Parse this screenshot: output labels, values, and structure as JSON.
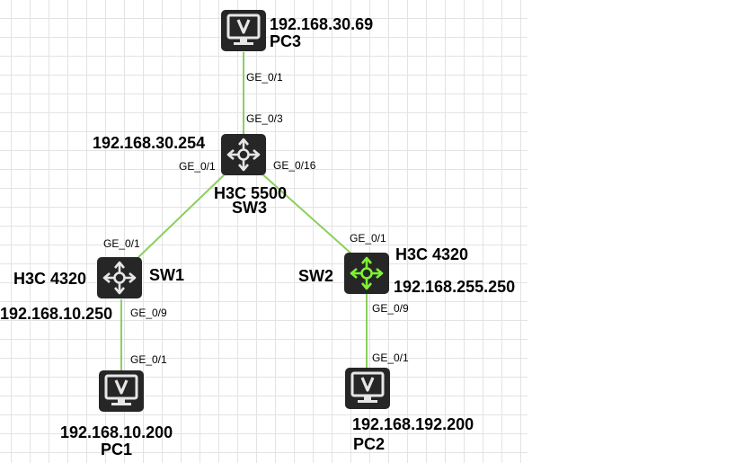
{
  "colors": {
    "link": "#8bcf5e",
    "device_body": "#262626",
    "icon_default": "#e6e6e6",
    "icon_active": "#7df233"
  },
  "devices": {
    "pc3": {
      "name": "PC3",
      "ip": "192.168.30.69",
      "icon": "monitor-icon"
    },
    "sw3": {
      "name": "SW3",
      "model": "H3C 5500",
      "ip": "192.168.30.254",
      "icon": "switch-arrows-icon"
    },
    "sw1": {
      "name": "SW1",
      "model": "H3C 4320",
      "ip": "192.168.10.250",
      "icon": "switch-arrows-icon"
    },
    "sw2": {
      "name": "SW2",
      "model": "H3C 4320",
      "ip": "192.168.255.250",
      "icon": "switch-arrows-icon"
    },
    "pc1": {
      "name": "PC1",
      "ip": "192.168.10.200",
      "icon": "monitor-icon"
    },
    "pc2": {
      "name": "PC2",
      "ip": "192.168.192.200",
      "icon": "monitor-icon"
    }
  },
  "links": [
    {
      "from": "PC3",
      "to": "SW3",
      "from_port": "GE_0/1",
      "to_port": "GE_0/3"
    },
    {
      "from": "SW3",
      "to": "SW1",
      "from_port": "GE_0/1",
      "to_port": "GE_0/1"
    },
    {
      "from": "SW3",
      "to": "SW2",
      "from_port": "GE_0/16",
      "to_port": "GE_0/1"
    },
    {
      "from": "SW1",
      "to": "PC1",
      "from_port": "GE_0/9",
      "to_port": "GE_0/1"
    },
    {
      "from": "SW2",
      "to": "PC2",
      "from_port": "GE_0/9",
      "to_port": "GE_0/1"
    }
  ]
}
